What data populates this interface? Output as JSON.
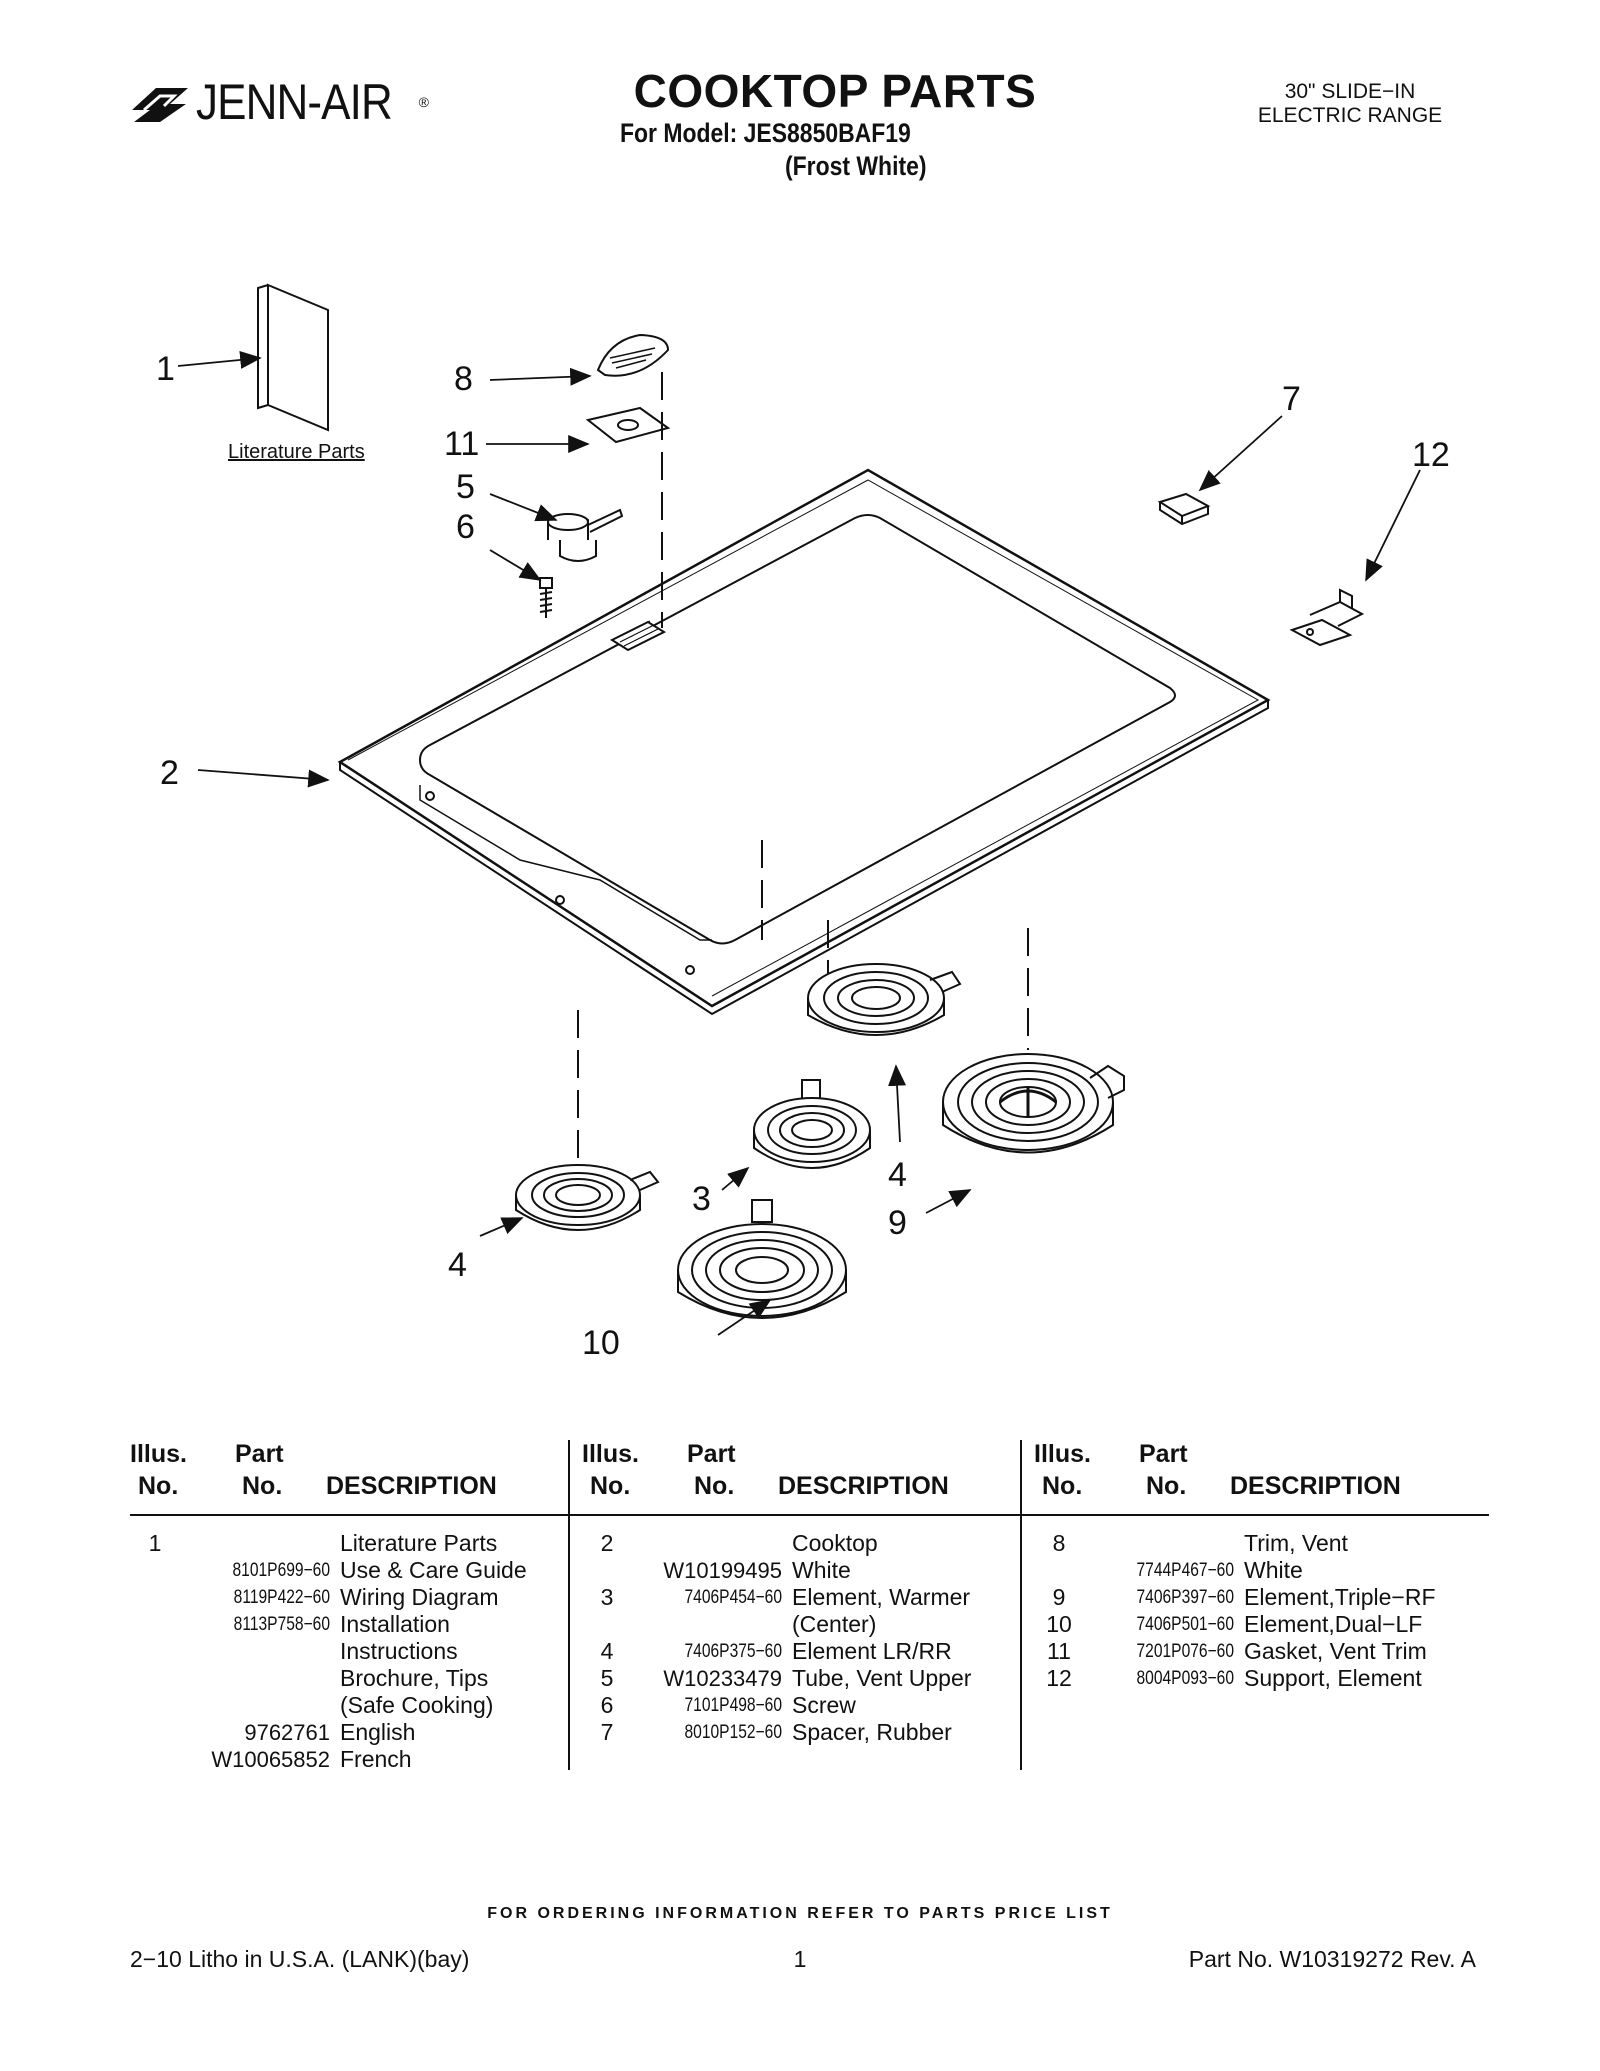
{
  "header": {
    "brand": "JENN-AIR",
    "brand_reg": "®",
    "title": "COOKTOP PARTS",
    "model_line": "For Model: JES8850BAF19",
    "color_line": "(Frost White)",
    "range_line1": "30\" SLIDE−IN",
    "range_line2": "ELECTRIC RANGE"
  },
  "diagram": {
    "literature_label": "Literature Parts",
    "callouts": [
      "1",
      "8",
      "11",
      "5",
      "6",
      "7",
      "12",
      "2",
      "3",
      "4",
      "4",
      "9",
      "10"
    ]
  },
  "table": {
    "header": {
      "illus": "Illus.",
      "no": "No.",
      "part": "Part",
      "part_no": "No.",
      "description": "DESCRIPTION"
    },
    "columns": [
      [
        {
          "illus": "1",
          "part": "",
          "desc": "Literature Parts"
        },
        {
          "illus": "",
          "part": "8101P699−60",
          "desc": "Use & Care Guide"
        },
        {
          "illus": "",
          "part": "8119P422−60",
          "desc": "Wiring Diagram"
        },
        {
          "illus": "",
          "part": "8113P758−60",
          "desc": "Installation"
        },
        {
          "illus": "",
          "part": "",
          "desc": "Instructions"
        },
        {
          "illus": "",
          "part": "",
          "desc": "Brochure, Tips"
        },
        {
          "illus": "",
          "part": "",
          "desc": "(Safe Cooking)"
        },
        {
          "illus": "",
          "part": "9762761",
          "desc": "English"
        },
        {
          "illus": "",
          "part": "W10065852",
          "desc": "French"
        }
      ],
      [
        {
          "illus": "2",
          "part": "",
          "desc": "Cooktop"
        },
        {
          "illus": "",
          "part": "W10199495",
          "desc": "White"
        },
        {
          "illus": "3",
          "part": "7406P454−60",
          "desc": "Element, Warmer"
        },
        {
          "illus": "",
          "part": "",
          "desc": "(Center)"
        },
        {
          "illus": "4",
          "part": "7406P375−60",
          "desc": "Element LR/RR"
        },
        {
          "illus": "5",
          "part": "W10233479",
          "desc": "Tube, Vent Upper"
        },
        {
          "illus": "6",
          "part": "7101P498−60",
          "desc": "Screw"
        },
        {
          "illus": "7",
          "part": "8010P152−60",
          "desc": "Spacer, Rubber"
        }
      ],
      [
        {
          "illus": "8",
          "part": "",
          "desc": "Trim, Vent"
        },
        {
          "illus": "",
          "part": "7744P467−60",
          "desc": "White"
        },
        {
          "illus": "9",
          "part": "7406P397−60",
          "desc": "Element,Triple−RF"
        },
        {
          "illus": "10",
          "part": "7406P501−60",
          "desc": "Element,Dual−LF"
        },
        {
          "illus": "11",
          "part": "7201P076−60",
          "desc": "Gasket, Vent Trim"
        },
        {
          "illus": "12",
          "part": "8004P093−60",
          "desc": "Support, Element"
        }
      ]
    ]
  },
  "footer": {
    "ordering": "FOR ORDERING INFORMATION REFER TO PARTS PRICE LIST",
    "litho": "2−10 Litho in U.S.A. (LANK)(bay)",
    "page": "1",
    "part_no": "Part No. W10319272 Rev. A"
  }
}
